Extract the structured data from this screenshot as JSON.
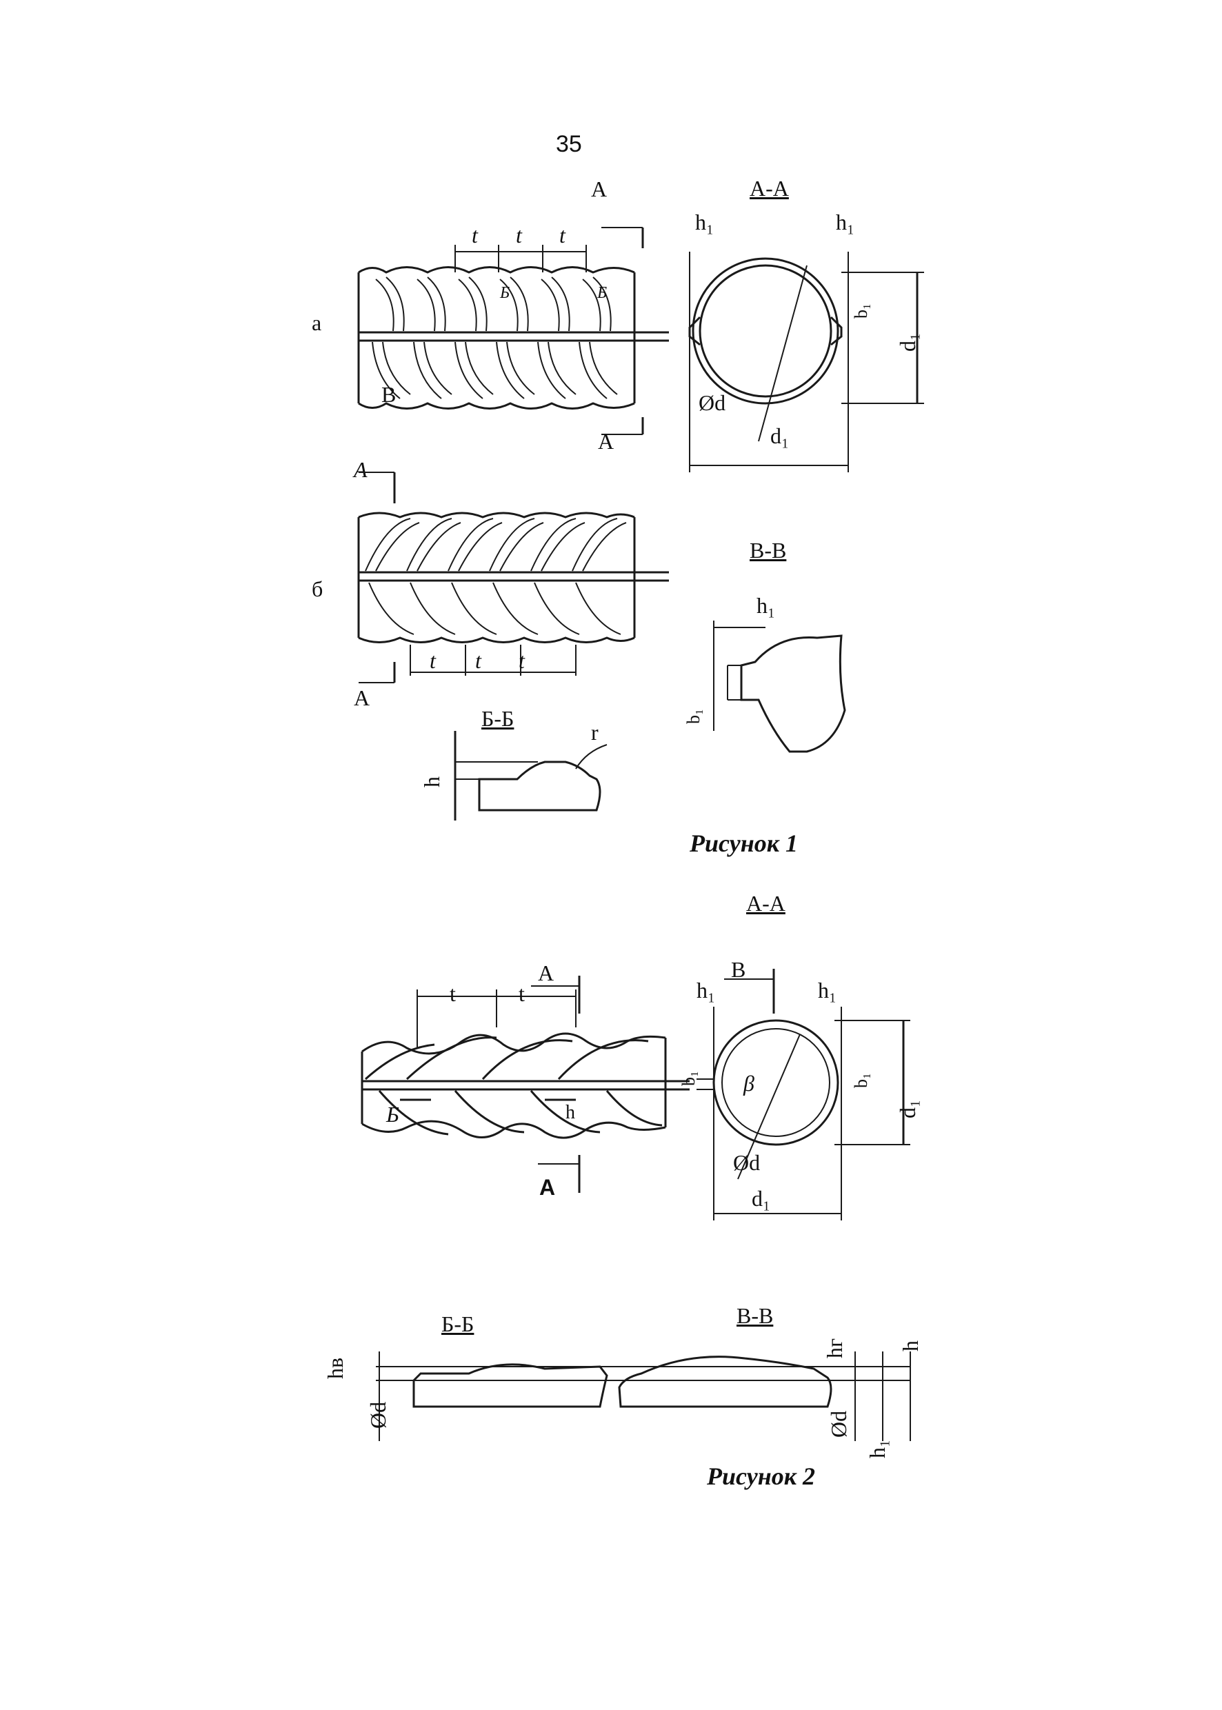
{
  "page_number": "35",
  "figure1": {
    "variant_a": "а",
    "variant_b": "б",
    "cut_a": "A",
    "section_aa": "A-A",
    "section_vv": "B-B",
    "section_bb": "Б-Б",
    "cut_b": "Б",
    "cut_v": "B",
    "pitch": "t",
    "h1": "h₁",
    "b1": "b₁",
    "d": "Ød",
    "d1": "d₁",
    "h": "h",
    "r": "r",
    "caption": "Рисунок 1"
  },
  "figure2": {
    "section_aa": "A-A",
    "cut_a": "A",
    "cut_v": "B",
    "cut_b": "Б",
    "pitch": "t",
    "h1": "h₁",
    "b1": "b₁",
    "d": "Ød",
    "d1": "d₁",
    "h": "h",
    "beta": "β",
    "section_bb": "Б-Б",
    "section_vv": "B-B",
    "hv": "hв",
    "hr": "hг",
    "caption": "Рисунок 2"
  }
}
